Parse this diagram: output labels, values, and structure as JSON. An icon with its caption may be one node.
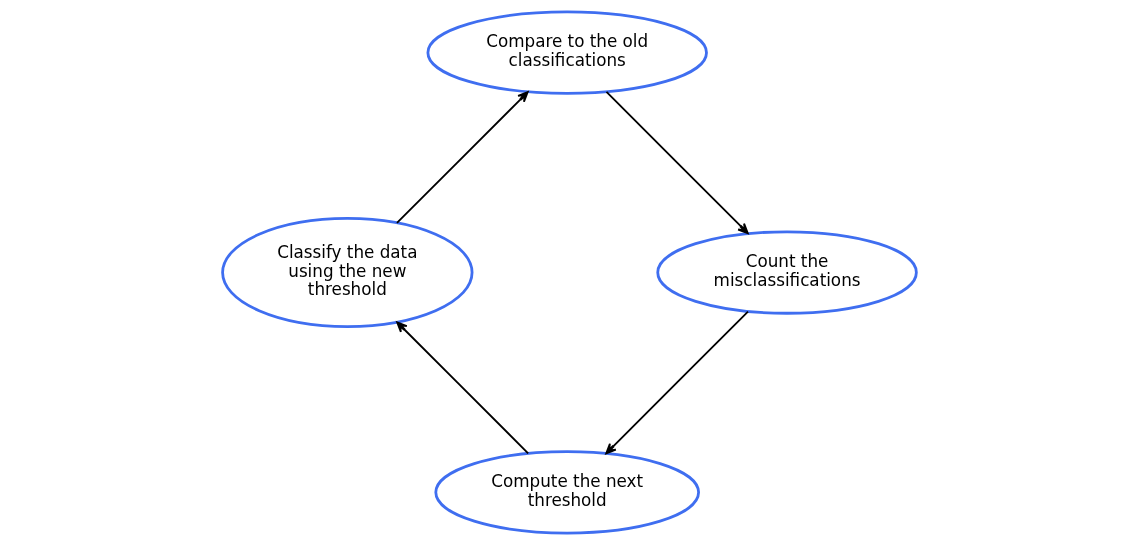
{
  "diagram": {
    "nodes": [
      {
        "text": [
          "Compute the next threshold"
        ]
      },
      {
        "text": [
          "Classify the data using the new threshold"
        ]
      },
      {
        "text": [
          "Compare to the old classifications"
        ]
      },
      {
        "text": [
          "Count the misclassifications"
        ]
      }
    ],
    "edges": [
      {
        "from": 0,
        "to": 1,
        "arrow": "to"
      },
      {
        "from": 1,
        "to": 2,
        "arrow": "to"
      },
      {
        "from": 2,
        "to": 3,
        "arrow": "to"
      },
      {
        "from": 3,
        "to": 0,
        "arrow": "to"
      }
    ]
  }
}
